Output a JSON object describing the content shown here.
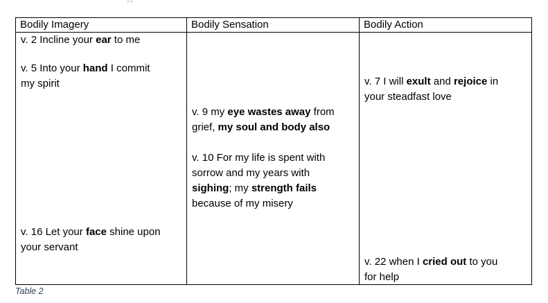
{
  "table": {
    "headers": [
      "Bodily Imagery",
      "Bodily Sensation",
      "Bodily Action"
    ],
    "columns": [
      {
        "paragraphs": [
          {
            "segments": [
              {
                "text": "v. 2 Incline your "
              },
              {
                "text": "ear",
                "bold": true
              },
              {
                "text": " to me"
              }
            ]
          },
          {
            "segments": [
              {
                "text": "v. 5 Into your "
              },
              {
                "text": "hand",
                "bold": true
              },
              {
                "text": " I commit my spirit"
              }
            ]
          },
          {
            "segments": [
              {
                "text": "v. 16 Let your "
              },
              {
                "text": "face",
                "bold": true
              },
              {
                "text": " shine upon your servant"
              }
            ]
          }
        ]
      },
      {
        "paragraphs": [
          {
            "segments": [
              {
                "text": "v. 9 my "
              },
              {
                "text": "eye wastes away",
                "bold": true
              },
              {
                "text": " from grief, "
              },
              {
                "text": "my soul and body also",
                "bold": true
              }
            ]
          },
          {
            "segments": [
              {
                "text": "v. 10 For my life is spent with sorrow and my years with "
              },
              {
                "text": "sighing",
                "bold": true
              },
              {
                "text": "; my "
              },
              {
                "text": "strength fails",
                "bold": true
              },
              {
                "text": " because of my misery"
              }
            ]
          }
        ]
      },
      {
        "paragraphs": [
          {
            "segments": [
              {
                "text": "v. 7 I will "
              },
              {
                "text": "exult",
                "bold": true
              },
              {
                "text": " and "
              },
              {
                "text": "rejoice",
                "bold": true
              },
              {
                "text": " in your steadfast love"
              }
            ]
          },
          {
            "segments": [
              {
                "text": "v. 22 when I "
              },
              {
                "text": "cried out",
                "bold": true
              },
              {
                "text": " to you for help"
              }
            ]
          }
        ]
      }
    ]
  },
  "caption": "Table 2",
  "colors": {
    "border": "#000000",
    "text": "#000000",
    "caption": "#2e4257"
  }
}
